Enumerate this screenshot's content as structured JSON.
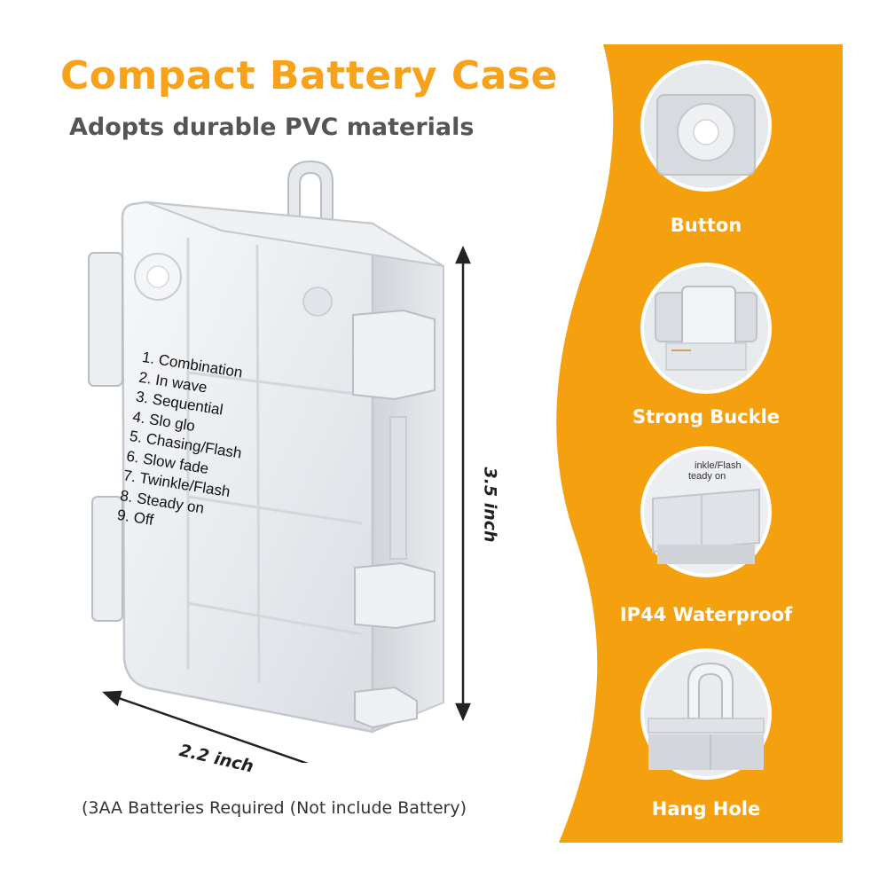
{
  "title": "Compact Battery Case",
  "subtitle": "Adopts durable PVC materials",
  "modes": [
    "1. Combination",
    "2. In wave",
    "3. Sequential",
    "4. Slo glo",
    "5. Chasing/Flash",
    "6. Slow fade",
    "7. Twinkle/Flash",
    "8. Steady on",
    "9. Off"
  ],
  "dimensions": {
    "height": "3.5 inch",
    "width": "2.2 inch"
  },
  "footnote": "(3AA Batteries Required (Not include Battery)",
  "features": [
    {
      "label": "Button",
      "icon": "button-closeup"
    },
    {
      "label": "Strong Buckle",
      "icon": "buckle-closeup"
    },
    {
      "label": "IP44 Waterproof",
      "icon": "waterproof-closeup"
    },
    {
      "label": "Hang Hole",
      "icon": "hang-hole-closeup"
    }
  ],
  "colors": {
    "accent": "#f7a21b",
    "panel": "#f5a00f",
    "subtitle": "#555555"
  }
}
